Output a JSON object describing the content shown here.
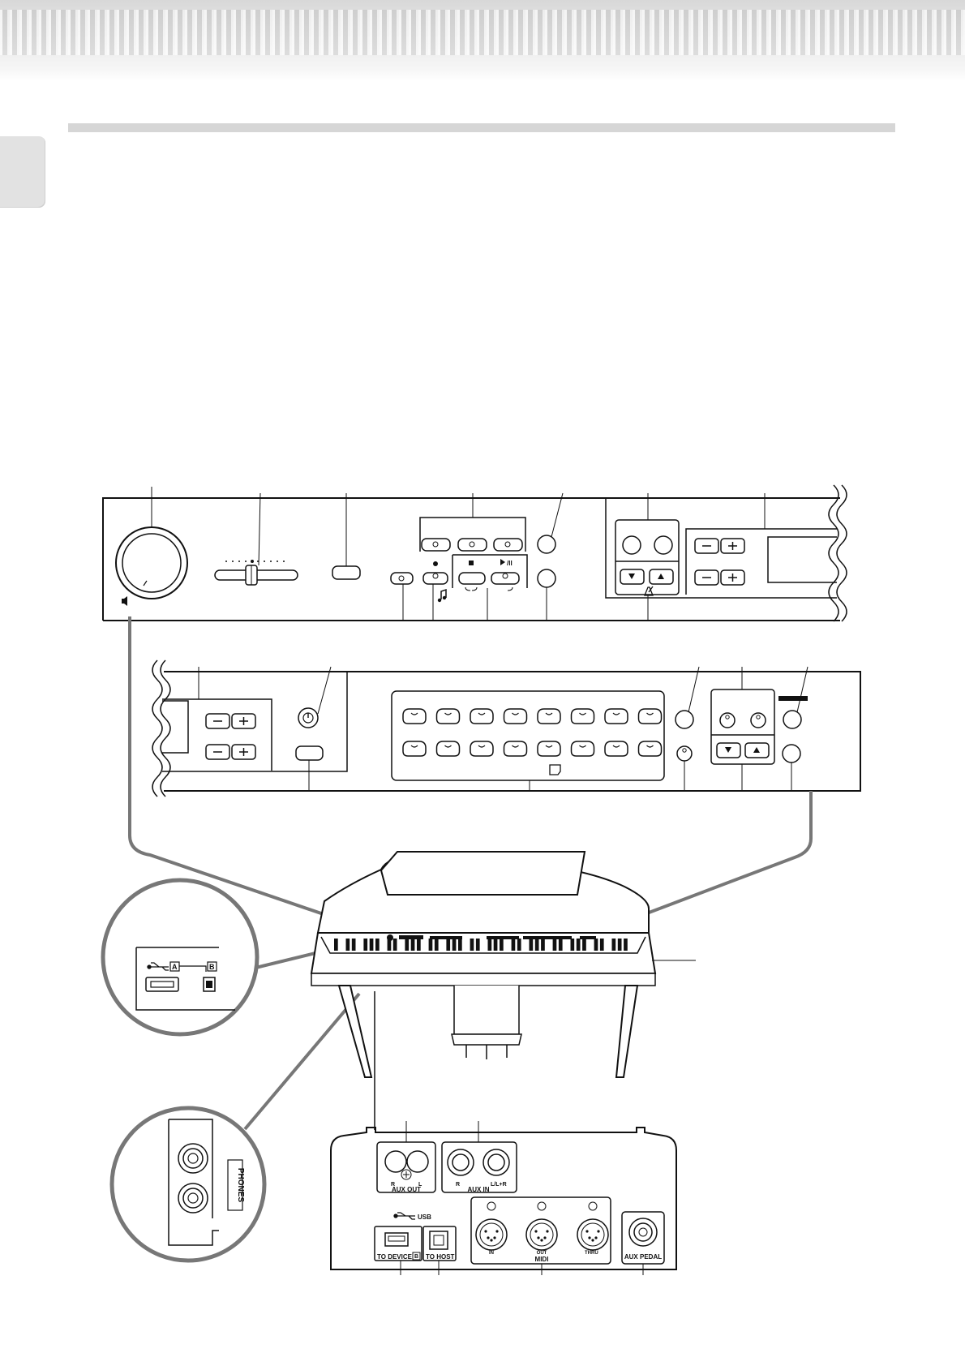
{
  "labels": {
    "aux_out": "AUX OUT",
    "aux_out_r": "R",
    "aux_out_l": "L",
    "aux_in": "AUX IN",
    "aux_in_r": "R",
    "aux_in_l": "L/L+R",
    "usb": "USB",
    "to_device": "TO DEVICE",
    "to_device_port": "B",
    "to_host": "TO HOST",
    "midi": "MIDI",
    "midi_in": "IN",
    "midi_out": "OUT",
    "midi_thru": "THRU",
    "aux_pedal": "AUX PEDAL",
    "phones": "PHONES",
    "usb_port_a": "A",
    "usb_port_b": "B"
  },
  "icons": {
    "usb": "usb-symbol-icon",
    "metronome": "metronome-icon",
    "music_note": "music-note-icon",
    "speaker": "speaker-icon",
    "power": "power-icon",
    "page": "page-icon"
  },
  "colors": {
    "header_band": "#d8d8d8",
    "section_rule": "#d6d6d6",
    "line": "#111111",
    "callout_ring": "#777777"
  }
}
